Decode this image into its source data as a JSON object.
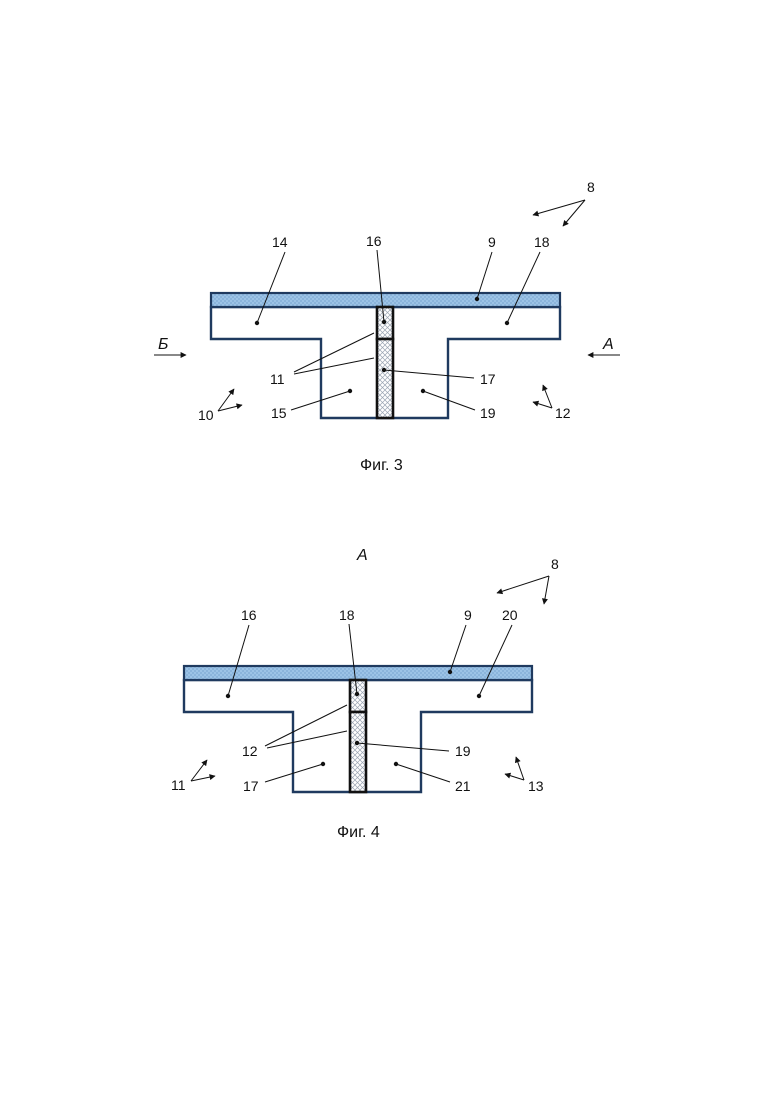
{
  "figures": [
    {
      "caption": "Фиг. 3",
      "view_letter": "",
      "labels": {
        "assembly": "8",
        "plate": "9",
        "left_top": "14",
        "wall_top": "16",
        "right_top": "18",
        "walls": "11",
        "wall_bottom": "17",
        "left_bottom": "15",
        "right_bottom": "19",
        "left_arrow": "10",
        "right_arrow": "12"
      },
      "left_view": "Б",
      "right_view": "А"
    },
    {
      "caption": "Фиг. 4",
      "view_letter": "А",
      "labels": {
        "assembly": "8",
        "plate": "9",
        "left_top": "16",
        "wall_top": "18",
        "right_top": "20",
        "walls": "12",
        "wall_bottom": "19",
        "left_bottom": "17",
        "right_bottom": "21",
        "left_arrow": "11",
        "right_arrow": "13"
      },
      "left_view": "",
      "right_view": ""
    }
  ],
  "colors": {
    "plate_fill": "#9cc3e6",
    "outline": "#1f3a5f",
    "wall": "#111111"
  }
}
